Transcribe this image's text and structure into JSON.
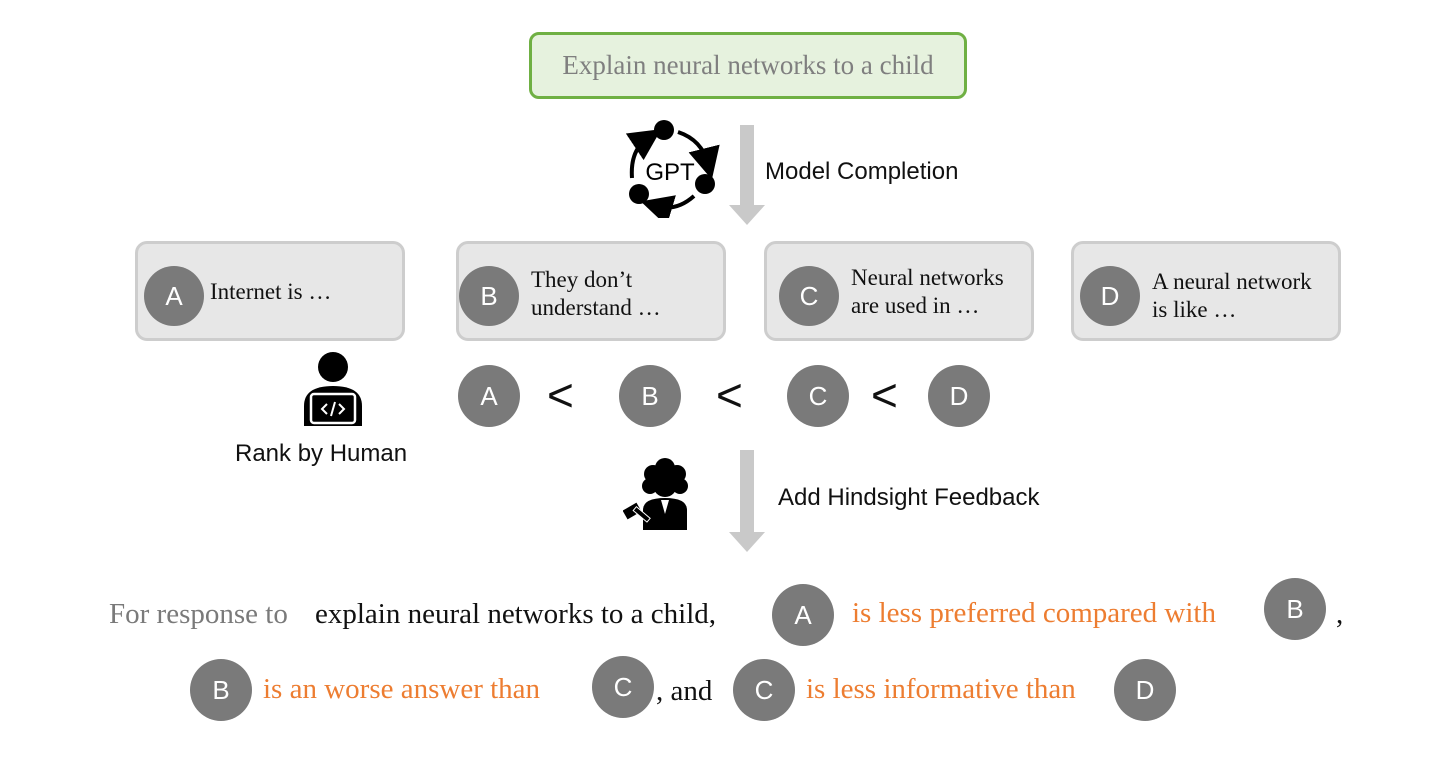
{
  "prompt": "Explain neural networks to a child",
  "gpt_icon_label": "GPT",
  "model_completion_label": "Model Completion",
  "responses": [
    {
      "id": "A",
      "line1": "Internet is …",
      "line2": ""
    },
    {
      "id": "B",
      "line1": "They don’t",
      "line2": "understand …"
    },
    {
      "id": "C",
      "line1": "Neural networks",
      "line2": "are used in …"
    },
    {
      "id": "D",
      "line1": "A neural network",
      "line2": "is like …"
    }
  ],
  "ranking": {
    "items": [
      "A",
      "B",
      "C",
      "D"
    ],
    "separator": "<"
  },
  "rank_by_human_label": "Rank by Human",
  "hindsight_feedback_label": "Add Hindsight Feedback",
  "feedback_sentence": {
    "line1": {
      "prefix": "For response to",
      "prompt": "explain neural networks to a child,",
      "item1": "A",
      "relation": "is less preferred compared with",
      "item2": "B",
      "end": ","
    },
    "line2": {
      "item1": "B",
      "relation1": "is an worse answer than",
      "item2": "C",
      "joiner": ", and",
      "item3": "C",
      "relation2": "is less informative than",
      "item4": "D"
    }
  },
  "colors": {
    "prompt_border": "#6fb043",
    "prompt_fill": "#e6f2de",
    "box_fill": "#e7e7e7",
    "box_border": "#cdcdcd",
    "circle": "#7a7a7a",
    "arrow": "#c9c9c9",
    "highlight": "#ed7d31"
  },
  "icons": [
    "gpt-cycle-icon",
    "developer-laptop-icon",
    "judge-gavel-icon"
  ]
}
